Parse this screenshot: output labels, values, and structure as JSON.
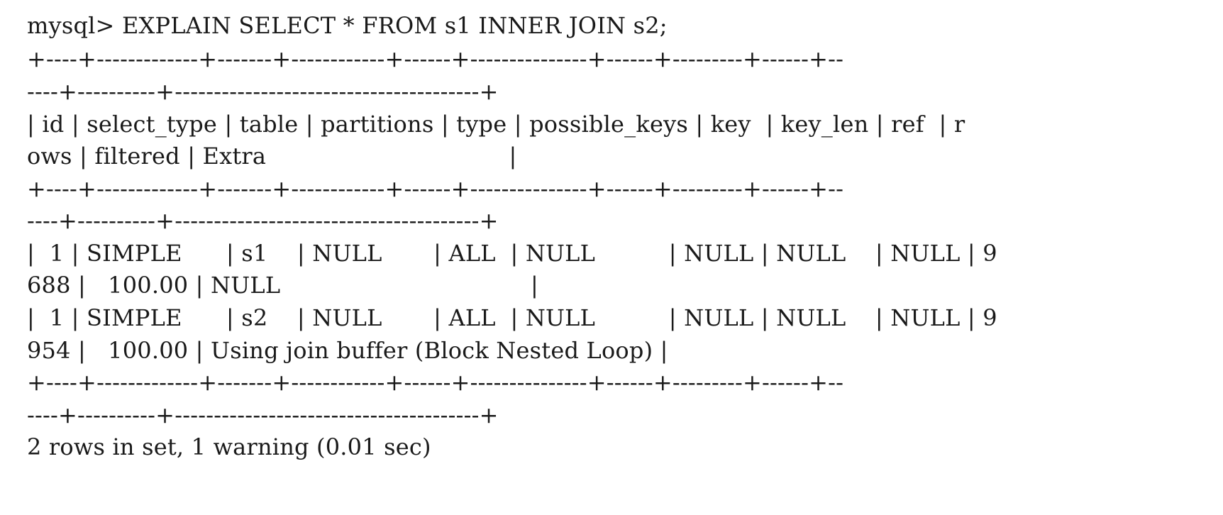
{
  "terminal": {
    "lines": [
      "mysql> EXPLAIN SELECT * FROM s1 INNER JOIN s2;",
      "+----+-------------+-------+------------+------+---------------+------+---------+------+--",
      "----+----------+---------------------------------------+",
      "| id | select_type | table | partitions | type | possible_keys | key  | key_len | ref  | r",
      "ows | filtered | Extra                                 |",
      "+----+-------------+-------+------------+------+---------------+------+---------+------+--",
      "----+----------+---------------------------------------+",
      "|  1 | SIMPLE      | s1    | NULL       | ALL  | NULL          | NULL | NULL    | NULL | 9",
      "688 |   100.00 | NULL                                  |",
      "|  1 | SIMPLE      | s2    | NULL       | ALL  | NULL          | NULL | NULL    | NULL | 9",
      "954 |   100.00 | Using join buffer (Block Nested Loop) |",
      "+----+-------------+-------+------------+------+---------------+------+---------+------+--",
      "----+----------+---------------------------------------+",
      "2 rows in set, 1 warning (0.01 sec)"
    ]
  }
}
